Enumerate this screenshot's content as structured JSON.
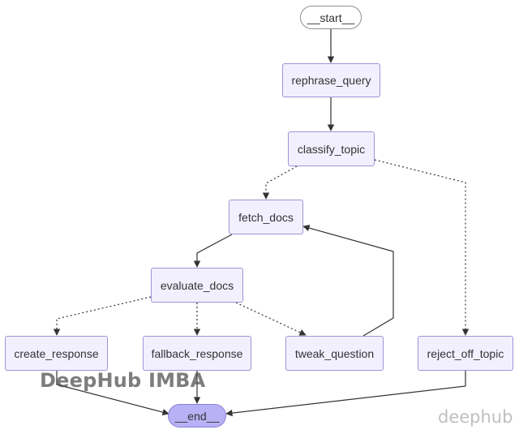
{
  "nodes": {
    "start": "__start__",
    "rephrase_query": "rephrase_query",
    "classify_topic": "classify_topic",
    "fetch_docs": "fetch_docs",
    "evaluate_docs": "evaluate_docs",
    "create_response": "create_response",
    "fallback_response": "fallback_response",
    "tweak_question": "tweak_question",
    "reject_off_topic": "reject_off_topic",
    "end": "__end__"
  },
  "watermarks": {
    "center": "DeepHub IMBA",
    "corner": "deephub"
  },
  "colors": {
    "node_fill": "#f2f0ff",
    "node_border": "#9c95d6",
    "end_fill": "#b9b1f5",
    "edge": "#333333"
  }
}
